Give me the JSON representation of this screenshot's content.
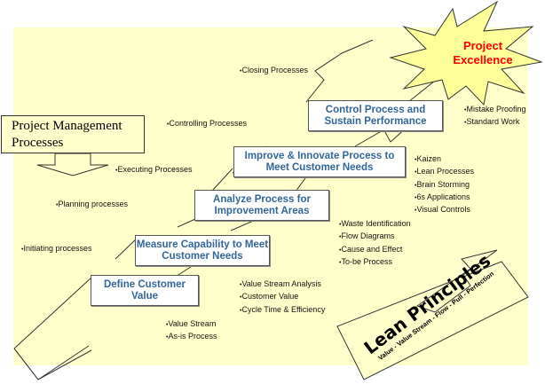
{
  "goal": {
    "line1": "Project",
    "line2": "Excellence"
  },
  "pm_box": {
    "label": "Project Management Processes"
  },
  "pm_phases": [
    {
      "label": "Closing Processes"
    },
    {
      "label": "Controlling Processes"
    },
    {
      "label": "Executing Processes"
    },
    {
      "label": "Planning processes"
    },
    {
      "label": "Initiating processes"
    }
  ],
  "steps": [
    {
      "label": "Define Customer Value",
      "tools": [
        "Value Stream",
        "As-is Process"
      ]
    },
    {
      "label": "Measure Capability to Meet Customer Needs",
      "tools": [
        "Value Stream Analysis",
        "Customer Value",
        "Cycle Time & Efficiency"
      ]
    },
    {
      "label": "Analyze Process for Improvement Areas",
      "tools": [
        "Waste Identification",
        "Flow Diagrams",
        "Cause and Effect",
        "To-be Process"
      ]
    },
    {
      "label": "Improve & Innovate Process to Meet Customer Needs",
      "tools": [
        "Kaizen",
        "Lean Processes",
        "Brain Storming",
        "6s Applications",
        "Visual Controls"
      ]
    },
    {
      "label": "Control Process and Sustain Performance",
      "tools": [
        "Mistake Proofing",
        "Standard Work"
      ]
    }
  ],
  "lean": {
    "title": "Lean Principles",
    "subtitle": "Value - Value Stream - Flow - Pull - Perfection"
  },
  "colors": {
    "background": "#ffffcc",
    "step_text": "#336699",
    "goal_text": "#ff0000"
  }
}
